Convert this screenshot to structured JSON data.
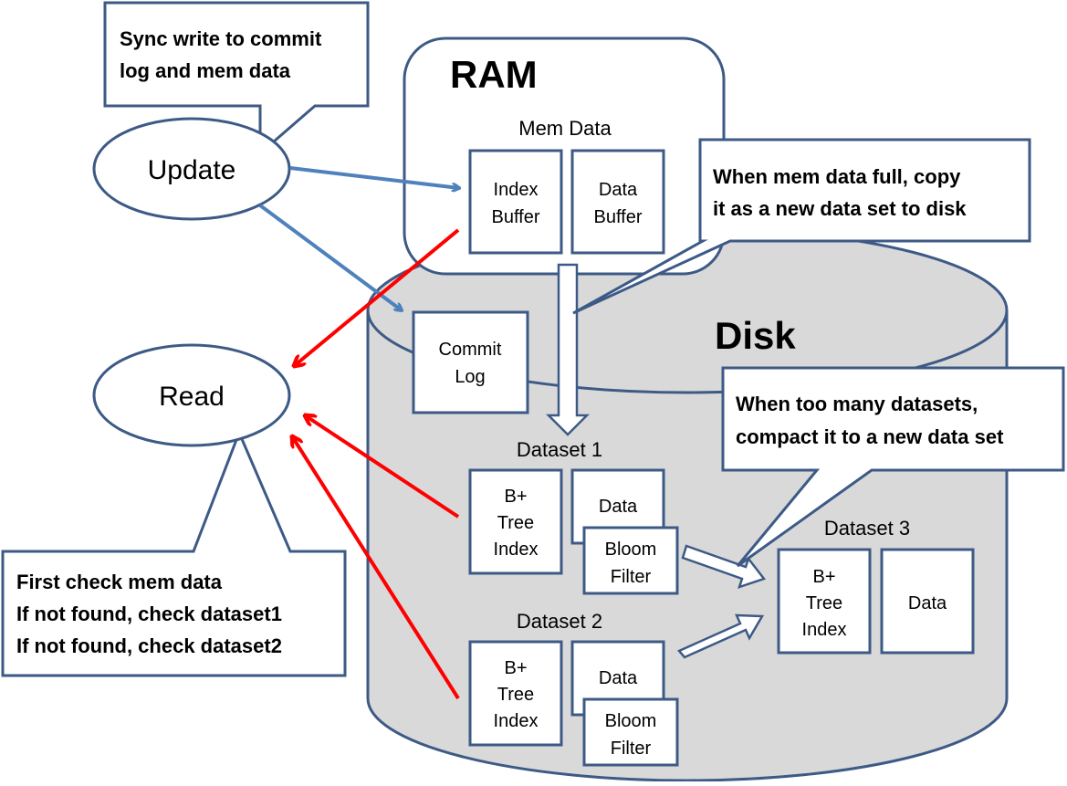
{
  "colors": {
    "box_stroke": "#3d5a86",
    "disk_fill": "#d9d9d9",
    "arrow_blue": "#4f81bd",
    "arrow_red": "#ff0000"
  },
  "ram": {
    "title": "RAM",
    "mem_data_label": "Mem Data",
    "index_buffer": [
      "Index",
      "Buffer"
    ],
    "data_buffer": [
      "Data",
      "Buffer"
    ]
  },
  "disk": {
    "title": "Disk",
    "commit_log": [
      "Commit",
      "Log"
    ],
    "dataset1": {
      "label": "Dataset 1",
      "index": [
        "B+",
        "Tree",
        "Index"
      ],
      "data": "Data",
      "bloom": [
        "Bloom",
        "Filter"
      ]
    },
    "dataset2": {
      "label": "Dataset 2",
      "index": [
        "B+",
        "Tree",
        "Index"
      ],
      "data": "Data",
      "bloom": [
        "Bloom",
        "Filter"
      ]
    },
    "dataset3": {
      "label": "Dataset 3",
      "index": [
        "B+",
        "Tree",
        "Index"
      ],
      "data": "Data"
    }
  },
  "nodes": {
    "update": "Update",
    "read": "Read"
  },
  "callouts": {
    "sync_write": [
      "Sync write to commit",
      "log and mem data"
    ],
    "mem_full": [
      "When mem data full, copy",
      "it as a new data set to disk"
    ],
    "compact": [
      "When too many datasets,",
      "compact it to a new data set"
    ],
    "read_order": [
      "First check mem data",
      "If not found, check dataset1",
      "If not found, check dataset2"
    ]
  }
}
